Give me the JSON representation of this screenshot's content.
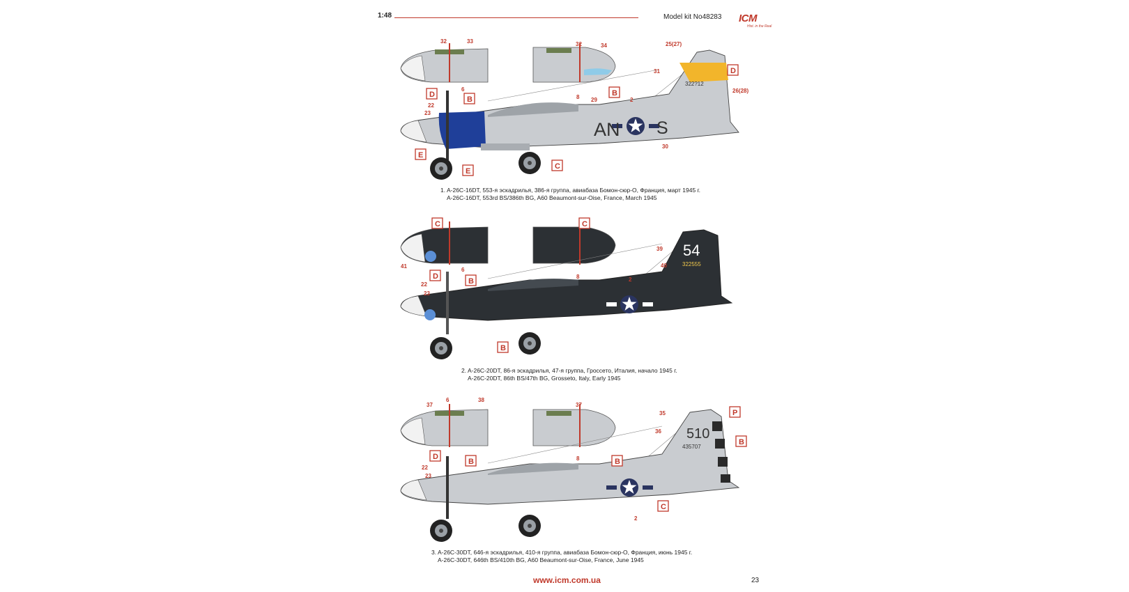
{
  "header": {
    "scale": "1:48",
    "kit": "Model kit No48283",
    "logo": "ICM",
    "logo_tagline": "Hist. in the Real"
  },
  "colors": {
    "accent_red": "#c0392b",
    "aircraft_grey": "#c9ccd0",
    "aircraft_black": "#2c3034",
    "cowl_blue": "#1f3f99",
    "tail_yellow": "#f2b52b",
    "insignia_blue": "#2a3460"
  },
  "profiles": [
    {
      "caption_ru": "1. A-26C-16DT, 553-я эскадрилья, 386-я группа, авиабаза Бомон-сюр-О, Франция, март 1945 г.",
      "caption_en": "A-26C-16DT, 553rd BS/386th BG, A60 Beaumont-sur-Oise, France, March 1945",
      "codes": {
        "left": "AN",
        "right": "S",
        "serial": "322?12"
      },
      "callouts": [
        "32",
        "33",
        "6",
        "32",
        "34",
        "8",
        "25(27)",
        "31",
        "26(28)",
        "22",
        "23",
        "29",
        "2",
        "30"
      ],
      "boxes": [
        "D",
        "B",
        "B",
        "D",
        "E",
        "E",
        "C"
      ]
    },
    {
      "caption_ru": "2. A-26C-20DT, 86-я эскадрилья, 47-я группа, Гроссето, Италия, начало 1945 г.",
      "caption_en": "A-26C-20DT, 86th BS/47th BG, Grosseto, Italy, Early 1945",
      "codes": {
        "tail": "54",
        "serial": "322555"
      },
      "callouts": [
        "41",
        "6",
        "8",
        "39",
        "40",
        "22",
        "23",
        "2"
      ],
      "boxes": [
        "C",
        "C",
        "D",
        "B",
        "B"
      ]
    },
    {
      "caption_ru": "3. A-26C-30DT, 646-я эскадрилья, 410-я группа, авиабаза Бомон-сюр-О, Франция, июнь 1945 г.",
      "caption_en": "A-26C-30DT, 646th BS/410th BG, A60 Beaumont-sur-Oise, France, June 1945",
      "codes": {
        "tail": "510",
        "serial": "435707"
      },
      "callouts": [
        "37",
        "6",
        "38",
        "37",
        "8",
        "35",
        "36",
        "22",
        "23",
        "2"
      ],
      "boxes": [
        "P",
        "B",
        "D",
        "B",
        "B",
        "C"
      ]
    }
  ],
  "footer": {
    "url": "www.icm.com.ua",
    "page": "23"
  }
}
